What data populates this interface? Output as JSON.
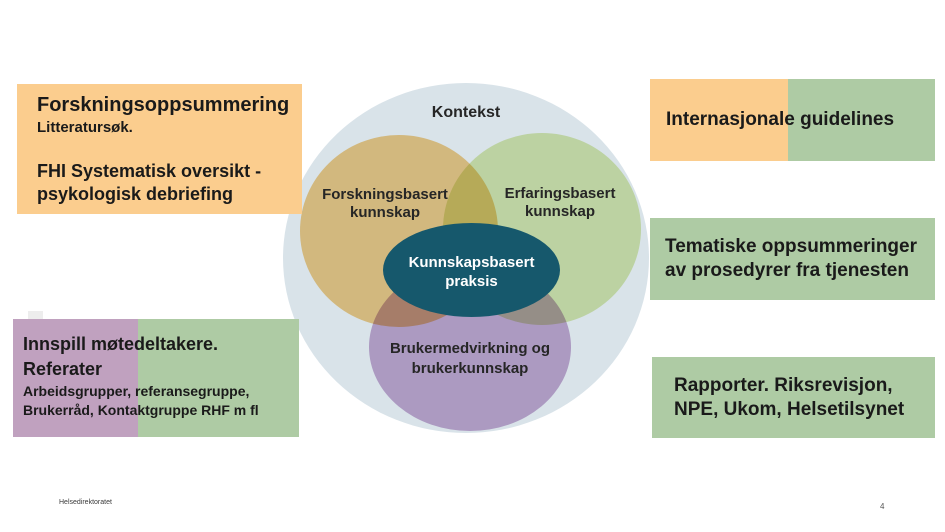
{
  "venn": {
    "context_label": "Kontekst",
    "research": {
      "line1": "Forskningsbasert",
      "line2": "kunnskap"
    },
    "experience": {
      "line1": "Erfaringsbasert",
      "line2": "kunnskap"
    },
    "user": {
      "line1": "Brukermedvirkning og",
      "line2": "brukerkunnskap"
    },
    "center": {
      "line1": "Kunnskapsbasert",
      "line2": "praksis"
    }
  },
  "boxes": {
    "forskning": {
      "title": "Forskningsoppsummering",
      "sub": "Litteratursøk.",
      "line1": "FHI Systematisk oversikt -",
      "line2": "psykologisk debriefing"
    },
    "internasjonale": {
      "label": "Internasjonale guidelines"
    },
    "tematiske": {
      "line1": "Tematiske oppsummeringer",
      "line2": "av prosedyrer fra tjenesten"
    },
    "rapporter": {
      "line1": "Rapporter. Riksrevisjon,",
      "line2": "NPE, Ukom, Helsetilsynet"
    },
    "innspill": {
      "title1": "Innspill møtedeltakere.",
      "title2": "Referater",
      "line1": "Arbeidsgrupper, referansegruppe,",
      "line2": "Brukerråd, Kontaktgruppe RHF m fl"
    }
  },
  "footer": {
    "org": "Helsedirektoratet",
    "page_number": "4"
  },
  "colors": {
    "orange": "#FBCD8E",
    "green": "#AECBA4",
    "purple": "#C0A1BF",
    "venn_outer": "#D9E3E9",
    "venn_tan": "#F7CF8A",
    "venn_green": "#DDECB1",
    "venn_purple": "#CAADD4",
    "venn_teal": "#16586C",
    "text": "#1A1A1A"
  }
}
